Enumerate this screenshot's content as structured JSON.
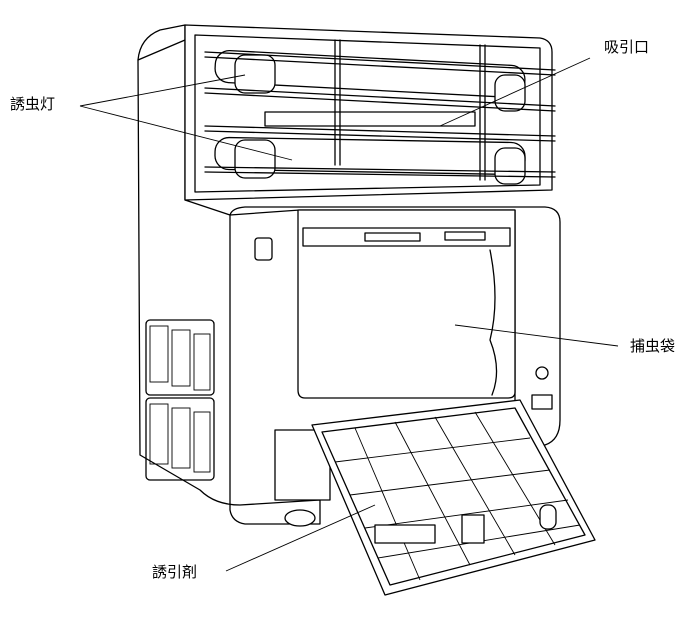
{
  "labels": {
    "lamp": "誘虫灯",
    "intake": "吸引口",
    "bag": "捕虫袋",
    "attractant": "誘引剤"
  }
}
